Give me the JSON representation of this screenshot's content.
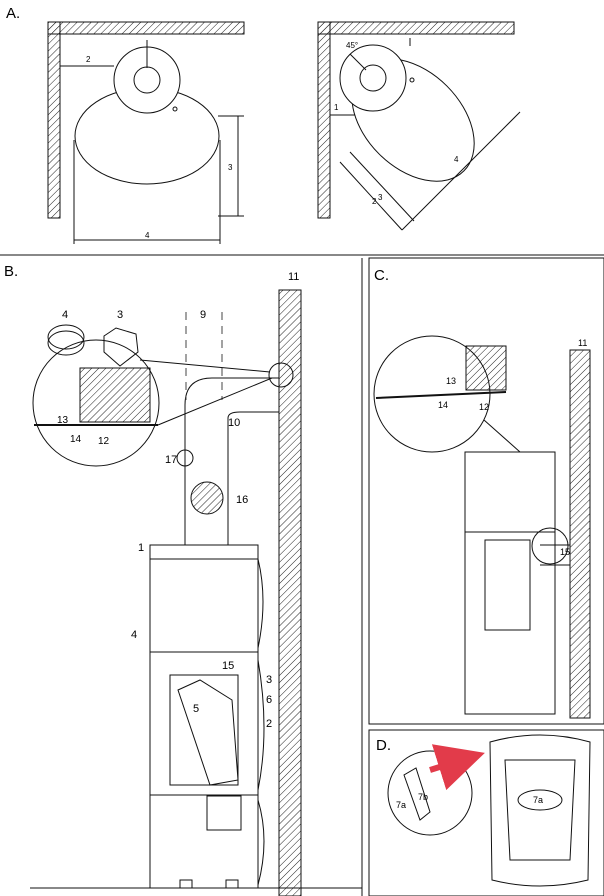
{
  "panels": {
    "A": {
      "label": "A.",
      "callouts": {
        "d1": "2",
        "d2": "3",
        "d3": "4",
        "r1": "1",
        "r2": "2",
        "r3": "3",
        "r4": "4",
        "r5": "45°"
      }
    },
    "B": {
      "label": "B.",
      "callouts": {
        "c4": "4",
        "c3": "3",
        "c9": "9",
        "c11": "11",
        "c13": "13",
        "c14": "14",
        "c12": "12",
        "c10": "10",
        "c17": "17",
        "c16": "16",
        "c1": "1",
        "c4b": "4",
        "c15": "15",
        "c3b": "3",
        "c6": "6",
        "c5": "5",
        "c2": "2"
      }
    },
    "C": {
      "label": "C.",
      "callouts": {
        "c11": "11",
        "c13": "13",
        "c14": "14",
        "c12": "12",
        "c15": "15"
      }
    },
    "D": {
      "label": "D.",
      "callouts": {
        "c7a": "7a",
        "c7b": "7b",
        "c7a2": "7a"
      }
    }
  },
  "colors": {
    "ink": "#111111",
    "hatch": "#222222",
    "arrow": "#e23b4a",
    "dash": "#444444"
  }
}
